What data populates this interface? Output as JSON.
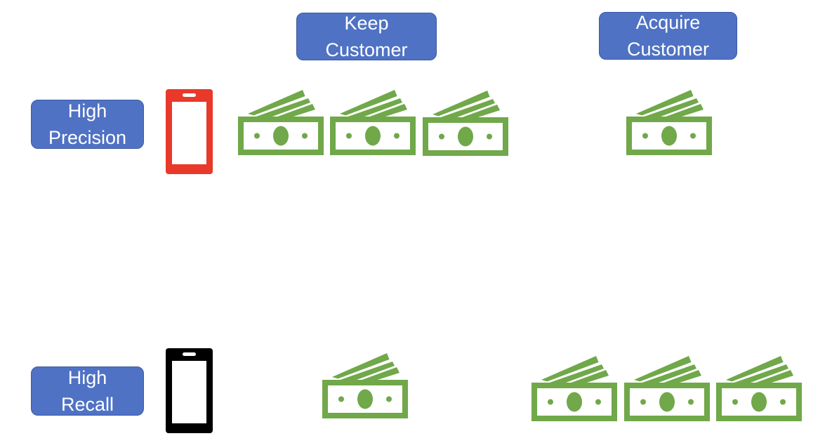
{
  "columns": {
    "keep": {
      "line1": "Keep",
      "line2": "Customer"
    },
    "acquire": {
      "line1": "Acquire",
      "line2": "Customer"
    }
  },
  "rows": {
    "precision": {
      "line1": "High",
      "line2": "Precision"
    },
    "recall": {
      "line1": "High",
      "line2": "Recall"
    }
  },
  "icons": {
    "phone_precision": {
      "name": "smartphone-icon",
      "color": "#e8392a"
    },
    "phone_recall": {
      "name": "smartphone-icon",
      "color": "#000000"
    },
    "money": {
      "name": "money-bills-icon",
      "color": "#70a84a"
    }
  },
  "grid": {
    "precision_keep_bills": 3,
    "precision_acquire_bills": 1,
    "recall_keep_bills": 1,
    "recall_acquire_bills": 3
  },
  "colors": {
    "label_fill": "#4f72c4",
    "label_text": "#ffffff"
  }
}
